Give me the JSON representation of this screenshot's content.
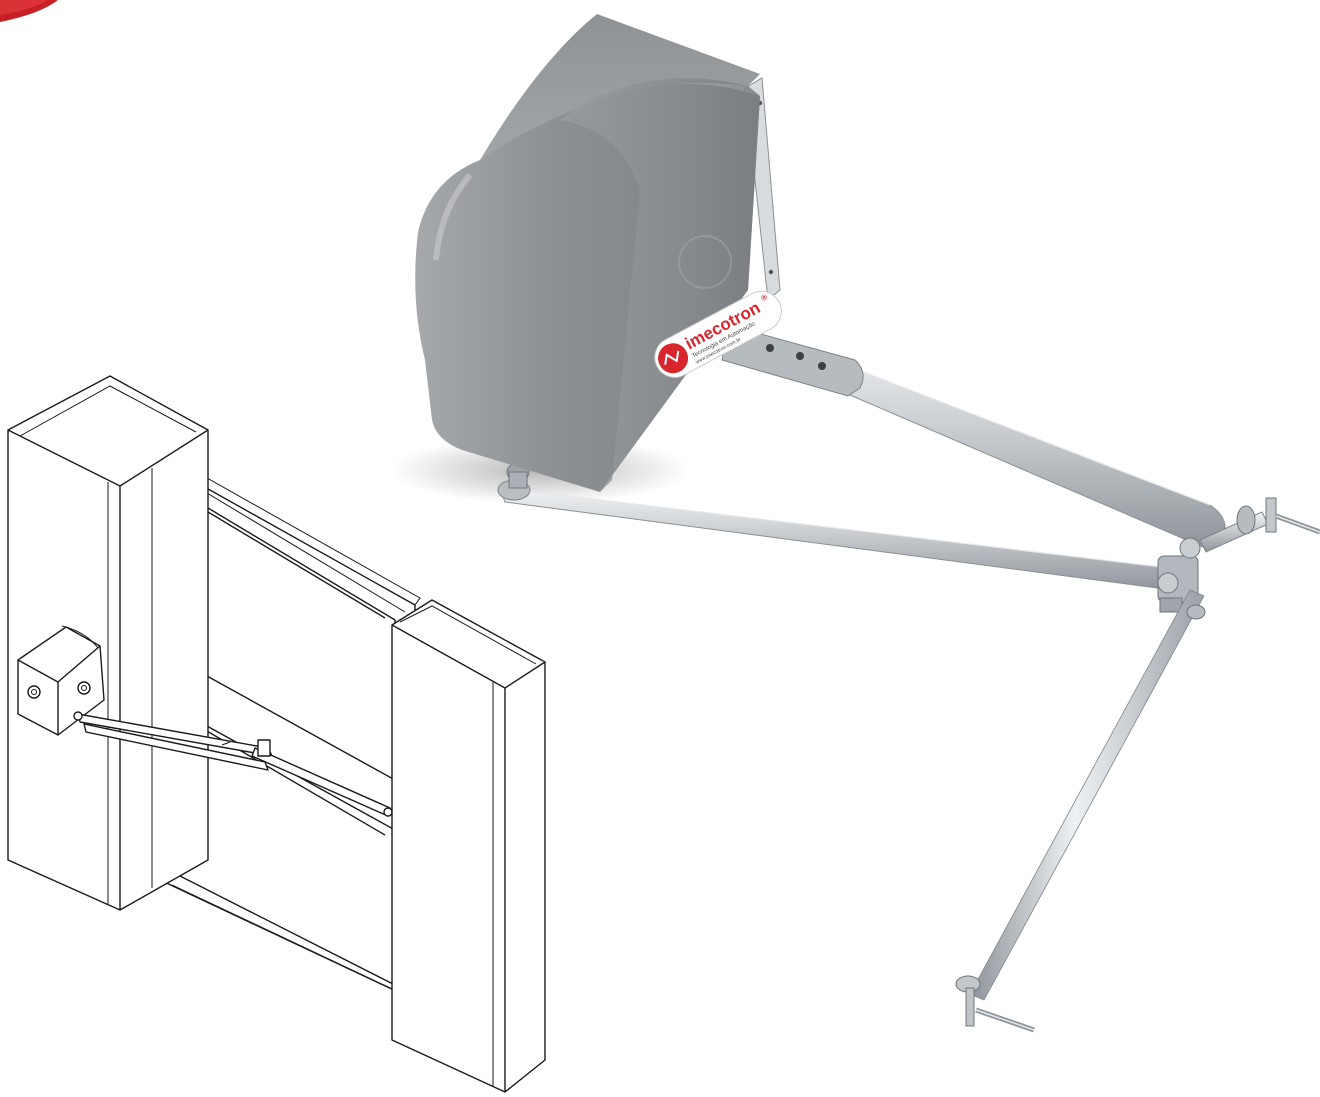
{
  "product": {
    "brand_name": "imecotron",
    "brand_subtitle": "Tecnologia em Automação",
    "brand_url": "www.imecotron.com.br",
    "brand_mark": "®"
  },
  "colors": {
    "housing_grey": "#8e9193",
    "housing_light": "#b5b8ba",
    "housing_dark": "#6e7174",
    "steel": "#c9cdd1",
    "steel_dark": "#8f959b",
    "steel_light": "#eef1f3",
    "label_bg": "#ffffff",
    "label_red": "#d7262c",
    "corner_badge_red": "#c81f26",
    "line_drawing": "#1a1a1a"
  },
  "icons": {
    "corner_badge": "red-corner-badge",
    "logo": "imecotron-logo-icon"
  }
}
